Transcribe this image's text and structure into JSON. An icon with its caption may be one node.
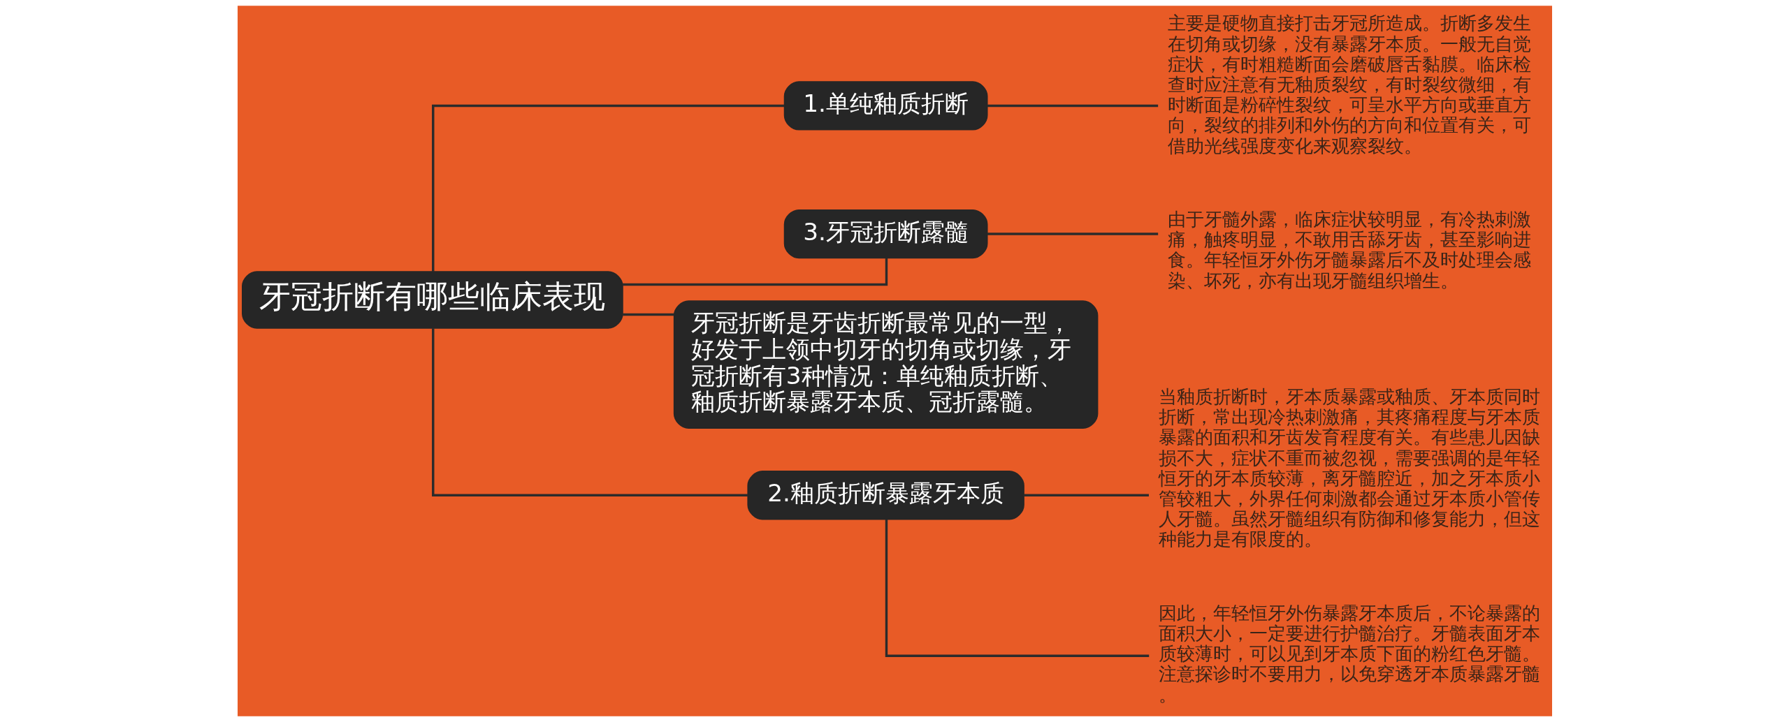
{
  "diagram": {
    "nodes": [
      {
        "text": [
          "牙冠折断有哪些临床表现"
        ]
      },
      {
        "text": [
          "1.单纯釉质折断"
        ]
      },
      {
        "text": [
          "主要是硬物直接打击牙冠所造成。折断多发生在切角或切缘，没有暴露牙本质。一般无自觉症状，有时粗糙断面会磨破唇舌黏膜。临床检查时应注意有无釉质裂纹，有时裂纹微细，有时断面是粉碎性裂纹，可呈水平方向或垂直方向，裂纹的排列和外伤的方向和位置有关，可借助光线强度变化来观察裂纹。"
        ]
      },
      {
        "text": [
          "3.牙冠折断露髓"
        ]
      },
      {
        "text": [
          "由于牙髓外露，临床症状较明显，有冷热刺激痛，触疼明显，不敢用舌舔牙齿，甚至影响进食。年轻恒牙外伤牙髓暴露后不及时处理会感染、坏死，亦有出现牙髓组织增生。"
        ]
      },
      {
        "text": [
          "牙冠折断是牙齿折断最常见的一型，好发于上领中切牙的切角或切缘，牙冠折断有3种情况：单纯釉质折断、釉质折断暴露牙本质、冠折露髓。"
        ]
      },
      {
        "text": [
          "2.釉质折断暴露牙本质"
        ]
      },
      {
        "text": [
          "当釉质折断时，牙本质暴露或釉质、牙本质同时折断，常出现冷热刺激痛，其疼痛程度与牙本质暴露的面积和牙齿发育程度有关。有些患儿因缺损不大，症状不重而被忽视，需要强调的是年轻恒牙的牙本质较薄，离牙髓腔近，加之牙本质小管较粗大，外界任何刺激都会通过牙本质小管传人牙髓。虽然牙髓组织有防御和修复能力，但这种能力是有限度的。"
        ]
      },
      {
        "text": [
          "因此，年轻恒牙外伤暴露牙本质后，不论暴露的面积大小，一定要进行护髓治疗。牙髓表面牙本质较薄时，可以见到牙本质下面的粉红色牙髓。注意探诊时不要用力，以免穿透牙本质暴露牙髓。"
        ]
      }
    ],
    "edges": [
      {
        "from": 0,
        "to": 1,
        "arrow": "none"
      },
      {
        "from": 1,
        "to": 2,
        "arrow": "none"
      },
      {
        "from": 0,
        "to": 3,
        "arrow": "none"
      },
      {
        "from": 3,
        "to": 4,
        "arrow": "none"
      },
      {
        "from": 0,
        "to": 5,
        "arrow": "none"
      },
      {
        "from": 0,
        "to": 6,
        "arrow": "none"
      },
      {
        "from": 6,
        "to": 7,
        "arrow": "none"
      },
      {
        "from": 6,
        "to": 8,
        "arrow": "none"
      }
    ]
  }
}
